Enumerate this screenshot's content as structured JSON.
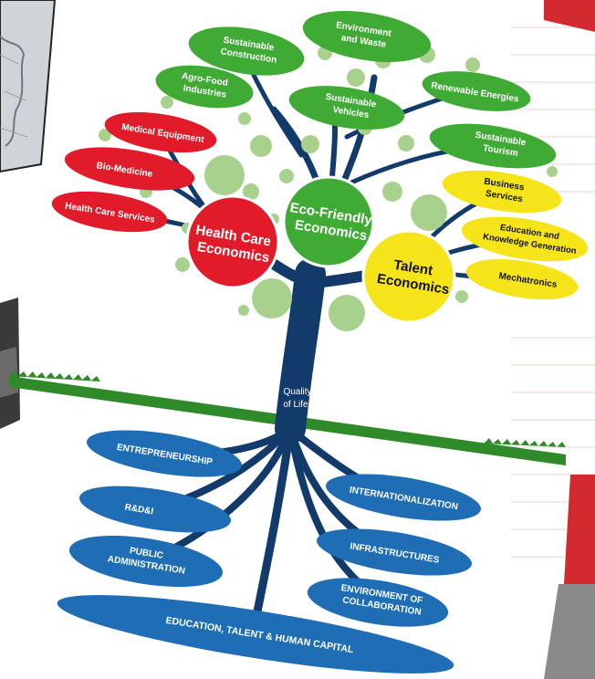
{
  "colors": {
    "green": "#3fab35",
    "red": "#e11b2a",
    "yellow": "#f5e41a",
    "blue": "#1f6db5",
    "trunk": "#123a6b",
    "grass": "#2f8a2a",
    "background": "#ffffff",
    "sidebar_red": "#d22a2e",
    "sidebar_gray": "#777777"
  },
  "branches": {
    "eco_friendly": {
      "title_line1": "Eco-Friendly",
      "title_line2": "Economics",
      "items": [
        {
          "line1": "Environment",
          "line2": "and Waste"
        },
        {
          "line1": "Sustainable",
          "line2": "Construction"
        },
        {
          "line1": "Agro-Food",
          "line2": "Industries"
        },
        {
          "line1": "Sustainable",
          "line2": "Vehicles"
        },
        {
          "line1": "Renewable Energies",
          "line2": ""
        },
        {
          "line1": "Sustainable",
          "line2": "Tourism"
        }
      ]
    },
    "health_care": {
      "title_line1": "Health Care",
      "title_line2": "Economics",
      "items": [
        {
          "line1": "Medical Equipment"
        },
        {
          "line1": "Bio-Medicine"
        },
        {
          "line1": "Health Care Services"
        }
      ]
    },
    "talent": {
      "title_line1": "Talent",
      "title_line2": "Economics",
      "items": [
        {
          "line1": "Business",
          "line2": "Services"
        },
        {
          "line1": "Education and",
          "line2": "Knowledge Generation"
        },
        {
          "line1": "Mechatronics",
          "line2": ""
        }
      ]
    }
  },
  "trunk_label": {
    "line1": "Quality",
    "line2": "of Life"
  },
  "roots": [
    {
      "line1": "ENTREPRENEURSHIP",
      "line2": ""
    },
    {
      "line1": "R&D&I",
      "line2": ""
    },
    {
      "line1": "PUBLIC",
      "line2": "ADMINISTRATION"
    },
    {
      "line1": "INTERNATIONALIZATION",
      "line2": ""
    },
    {
      "line1": "INFRASTRUCTURES",
      "line2": ""
    },
    {
      "line1": "ENVIRONMENT OF",
      "line2": "COLLABORATION"
    },
    {
      "line1": "EDUCATION, TALENT & HUMAN CAPITAL",
      "line2": ""
    }
  ]
}
